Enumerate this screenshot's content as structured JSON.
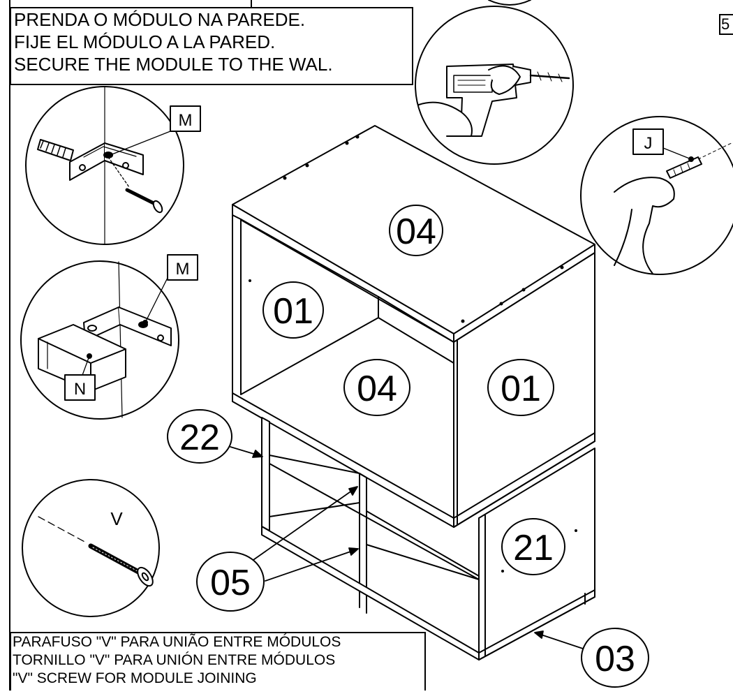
{
  "instructions": {
    "line_pt": "PRENDA O MÓDULO NA PAREDE.",
    "line_es": "FIJE EL MÓDULO A LA PARED.",
    "line_en": "SECURE THE MODULE TO THE WAL."
  },
  "step_number": "5",
  "note": {
    "line_pt": "PARAFUSO \"V\" PARA UNIÃO ENTRE MÓDULOS",
    "line_es": "TORNILLO \"V\" PARA UNIÓN ENTRE MÓDULOS",
    "line_en": "\"V\" SCREW FOR MODULE JOINING"
  },
  "hardware_labels": {
    "bracket_top": "M",
    "bracket_lower": "M",
    "cover": "N",
    "anchor": "J",
    "screw": "V"
  },
  "part_numbers": {
    "top_panel": "04",
    "left_side": "01",
    "middle_shelf": "04",
    "right_side": "01",
    "lower_side_left": "22",
    "lower_side_right": "21",
    "dividers": "05",
    "base": "03"
  }
}
